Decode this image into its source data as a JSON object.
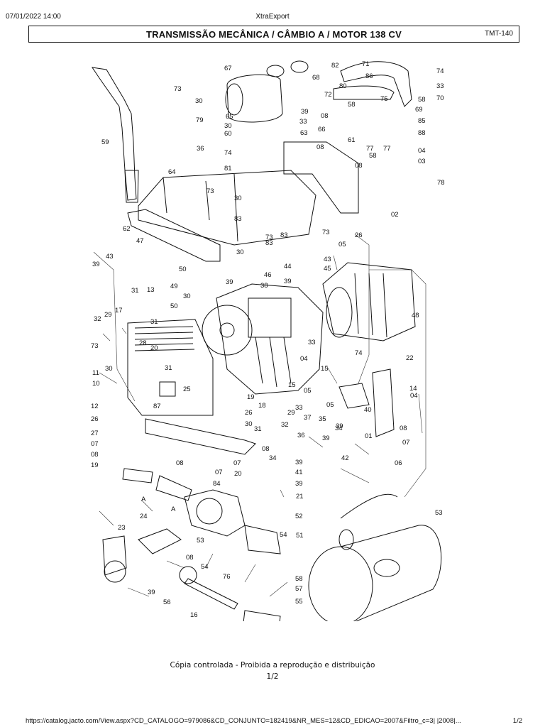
{
  "print_header": {
    "datetime": "07/01/2022 14:00",
    "app": "XtraExport"
  },
  "sheet": {
    "title": "TRANSMISSÃO MECÂNICA / CÂMBIO A / MOTOR 138 CV",
    "code": "TMT-140"
  },
  "callouts": [
    "82",
    "71",
    "74",
    "67",
    "68",
    "86",
    "33",
    "73",
    "80",
    "72",
    "30",
    "70",
    "39",
    "75",
    "58",
    "69",
    "65",
    "08",
    "58",
    "30",
    "33",
    "85",
    "60",
    "66",
    "88",
    "36",
    "63",
    "61",
    "08",
    "74",
    "77",
    "79",
    "59",
    "81",
    "58",
    "04",
    "03",
    "08",
    "64",
    "77",
    "78",
    "73",
    "30",
    "02",
    "83",
    "62",
    "83",
    "73",
    "26",
    "05",
    "83",
    "47",
    "30",
    "73",
    "43",
    "39",
    "46",
    "45",
    "44",
    "39",
    "43",
    "50",
    "38",
    "49",
    "39",
    "13",
    "31",
    "30",
    "50",
    "48",
    "17",
    "29",
    "32",
    "31",
    "28",
    "20",
    "73",
    "30",
    "31",
    "33",
    "74",
    "04",
    "15",
    "14",
    "04",
    "05",
    "15",
    "05",
    "11",
    "10",
    "25",
    "19",
    "18",
    "33",
    "29",
    "37",
    "35",
    "34",
    "39",
    "40",
    "08",
    "01",
    "07",
    "12",
    "26",
    "30",
    "31",
    "32",
    "36",
    "39",
    "42",
    "39",
    "41",
    "39",
    "06",
    "08",
    "84",
    "07",
    "87",
    "26",
    "27",
    "07",
    "08",
    "19",
    "34",
    "08",
    "07",
    "20",
    "21",
    "A",
    "A",
    "22",
    "23",
    "24",
    "53",
    "52",
    "51",
    "53",
    "54",
    "76",
    "08",
    "58",
    "57",
    "55",
    "56",
    "16",
    "39",
    "54"
  ],
  "footer": {
    "notice": "Cópia controlada - Proibida a reprodução e distribuição",
    "page": "1/2",
    "url": "https://catalog.jacto.com/View.aspx?CD_CATALOGO=979086&CD_CONJUNTO=182419&NR_MES=12&CD_EDICAO=2007&Filtro_c=3| |2008|...",
    "page_count": "1/2"
  }
}
